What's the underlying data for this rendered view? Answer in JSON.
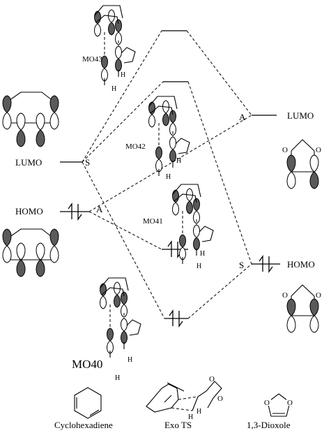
{
  "left_labels": {
    "lumo": "LUMO",
    "homo": "HOMO"
  },
  "right_labels": {
    "lumo": "LUMO",
    "homo": "HOMO"
  },
  "symmetry": {
    "left_lumo": "S",
    "left_homo": "A",
    "right_lumo": "A",
    "right_homo": "S"
  },
  "orbital_labels": {
    "mo43": "MO43",
    "mo42": "MO42",
    "mo41": "MO41",
    "mo40": "MO40"
  },
  "h_atom": "H",
  "captions": {
    "cyclohexadiene": "Cyclohexadiene",
    "exo_ts": "Exo TS",
    "dioxole": "1,3-Dioxole"
  },
  "colors": {
    "dark_lobe": "#5a5a5a",
    "line": "#000000"
  }
}
